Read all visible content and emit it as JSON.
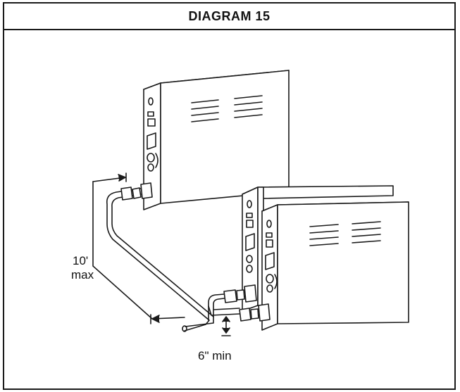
{
  "header": {
    "title": "DIAGRAM 15"
  },
  "labels": {
    "distance_value": "10'",
    "distance_unit": "max",
    "height_label": "6\" min"
  },
  "colors": {
    "line": "#1a1a1a",
    "background": "#ffffff"
  }
}
